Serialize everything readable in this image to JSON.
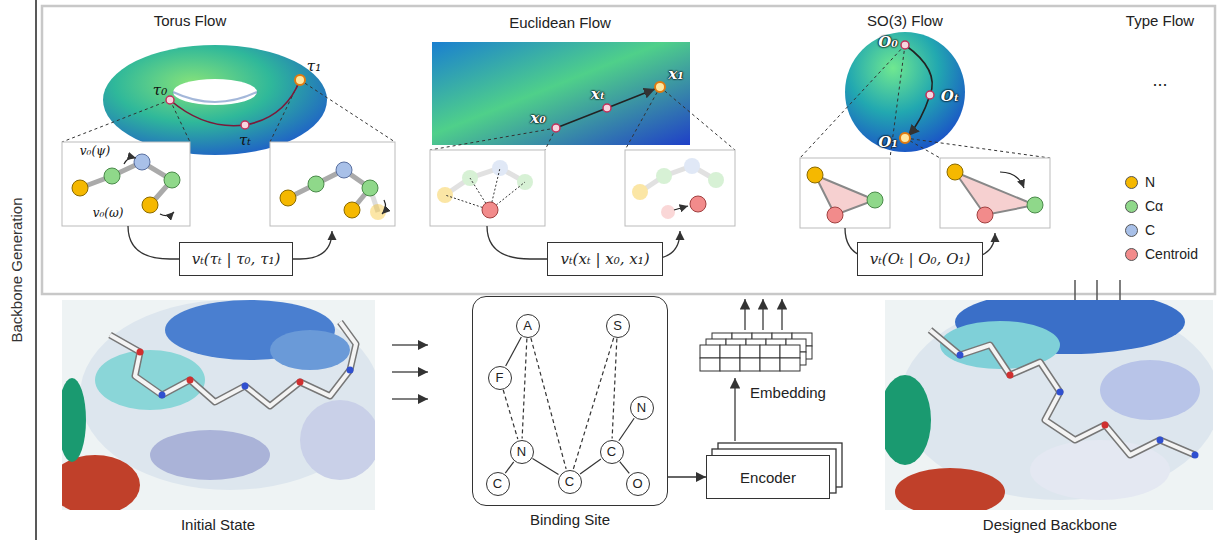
{
  "diagram": {
    "nodes": [
      {
        "text": [
          "vₜ(τₜ | τ₀, τ₁)"
        ]
      },
      {
        "text": [
          "vₜ(xₜ | x₀, x₁)"
        ]
      },
      {
        "text": [
          "vₜ(Oₜ | O₀, O₁)"
        ]
      },
      {
        "text": [
          "Binding Site"
        ]
      },
      {
        "text": [
          "A"
        ],
        "in": 3
      },
      {
        "text": [
          "S"
        ],
        "in": 3
      },
      {
        "text": [
          "F"
        ],
        "in": 3
      },
      {
        "text": [
          "N"
        ],
        "in": 3
      },
      {
        "text": [
          "C"
        ],
        "in": 3
      },
      {
        "text": [
          "C"
        ],
        "in": 3
      },
      {
        "text": [
          "C"
        ],
        "in": 3
      },
      {
        "text": [
          "N"
        ],
        "in": 3
      },
      {
        "text": [
          "O"
        ],
        "in": 3
      },
      {
        "text": [
          "Encoder"
        ]
      }
    ],
    "edges": [
      {
        "from": 6,
        "to": 4,
        "arrow": "none"
      },
      {
        "from": 7,
        "to": 8,
        "arrow": "none"
      },
      {
        "from": 7,
        "to": 9,
        "arrow": "none"
      },
      {
        "from": 9,
        "to": 10,
        "arrow": "none"
      },
      {
        "from": 10,
        "to": 11,
        "arrow": "none"
      },
      {
        "from": 10,
        "to": 12,
        "arrow": "none"
      },
      {
        "from": 6,
        "to": 7,
        "arrow": "none"
      },
      {
        "from": 4,
        "to": 7,
        "arrow": "none"
      },
      {
        "from": 4,
        "to": 9,
        "arrow": "none"
      },
      {
        "from": 5,
        "to": 10,
        "arrow": "none"
      },
      {
        "from": 5,
        "to": 9,
        "arrow": "none"
      },
      {
        "from": 3,
        "to": 13,
        "arrow": "to"
      }
    ],
    "labels": [
      "Backbone Generation",
      "Torus Flow",
      "Euclidean Flow",
      "SO(3) Flow",
      "Type Flow",
      "...",
      "τ₀",
      "τₜ",
      "τ₁",
      "v₀(ψ)",
      "v₀(ω)",
      "x₀",
      "xₜ",
      "x₁",
      "O₀",
      "Oₜ",
      "O₁",
      "Initial State",
      "Embedding",
      "Designed Backbone"
    ],
    "legend": [
      {
        "text": "N",
        "color": "#f5b800"
      },
      {
        "text": "Cα",
        "color": "#8fd88a"
      },
      {
        "text": "C",
        "color": "#a8c0e8"
      },
      {
        "text": "Centroid",
        "color": "#f28b8b"
      }
    ]
  }
}
